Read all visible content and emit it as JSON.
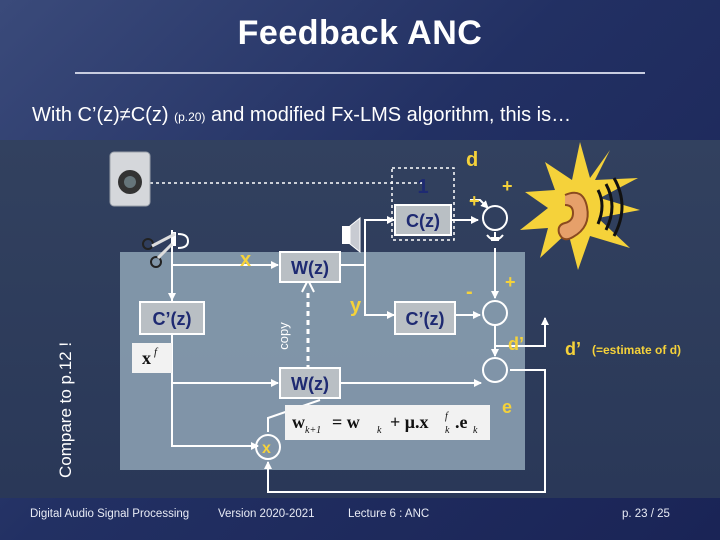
{
  "slide": {
    "title": "Feedback ANC",
    "subtitle_main": "With C’(z)≠C(z)",
    "subtitle_ref": "(p.20)",
    "subtitle_rest": "and modified Fx-LMS algorithm, this is…",
    "side_note": "Compare to p.12 !"
  },
  "diagram": {
    "label_d": "d",
    "label_x": "x",
    "label_y": "y",
    "label_e": "e",
    "label_d_prime": "d’",
    "label_d_prime_right": "d’",
    "estimate_note": "(=estimate of d)",
    "label_copy": "copy",
    "block_1": "1",
    "block_Cz": "C(z)",
    "block_Wz": "W(z)",
    "block_Cpz_left": "C’(z)",
    "block_Cpz_mid": "C’(z)",
    "block_Wz_lower": "W(z)",
    "sign_plus_1": "+",
    "sign_plus_2": "+",
    "sign_plus_3": "+",
    "sign_minus": "-",
    "multiplier": "x",
    "xf_base": "x",
    "xf_sup": "f",
    "update_eq": "w",
    "update_k1": "k+1",
    "update_eq2": "= w",
    "update_k": "k",
    "update_plus": "+ μ.x",
    "update_kf_sup": "f",
    "update_kf_sub": "k",
    "update_dot_e": ".e",
    "update_e_sub": "k"
  },
  "footer": {
    "course": "Digital Audio Signal Processing",
    "version": "Version 2020-2021",
    "lecture": "Lecture 6 : ANC",
    "page": "p. 23 / 25"
  },
  "colors": {
    "accent_yellow": "#f5d23a",
    "block_fill": "#b9bfc4",
    "block_text": "#1e2a72",
    "inner_panel": "#8a9fb0",
    "signal_text": "#ffffff"
  }
}
